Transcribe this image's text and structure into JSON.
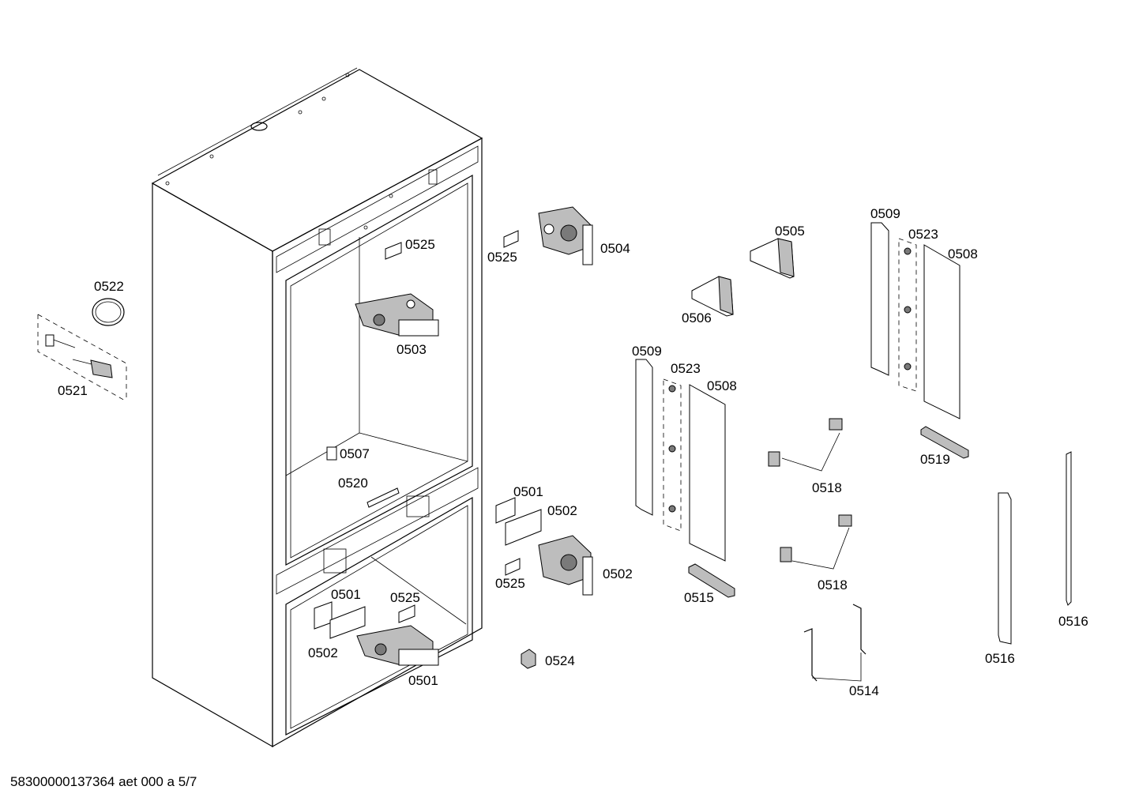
{
  "labels": {
    "l0501a": "0501",
    "l0501b": "0501",
    "l0501c": "0501",
    "l0502a": "0502",
    "l0502b": "0502",
    "l0502c": "0502",
    "l0503": "0503",
    "l0504": "0504",
    "l0505": "0505",
    "l0506": "0506",
    "l0507": "0507",
    "l0508a": "0508",
    "l0508b": "0508",
    "l0509a": "0509",
    "l0509b": "0509",
    "l0514": "0514",
    "l0515": "0515",
    "l0516a": "0516",
    "l0516b": "0516",
    "l0518a": "0518",
    "l0518b": "0518",
    "l0519": "0519",
    "l0520": "0520",
    "l0521": "0521",
    "l0522": "0522",
    "l0523a": "0523",
    "l0523b": "0523",
    "l0524": "0524",
    "l0525a": "0525",
    "l0525b": "0525",
    "l0525c": "0525",
    "l0525d": "0525"
  },
  "footer": {
    "doc_id": "58300000137364 aet 000 a 5/7"
  }
}
